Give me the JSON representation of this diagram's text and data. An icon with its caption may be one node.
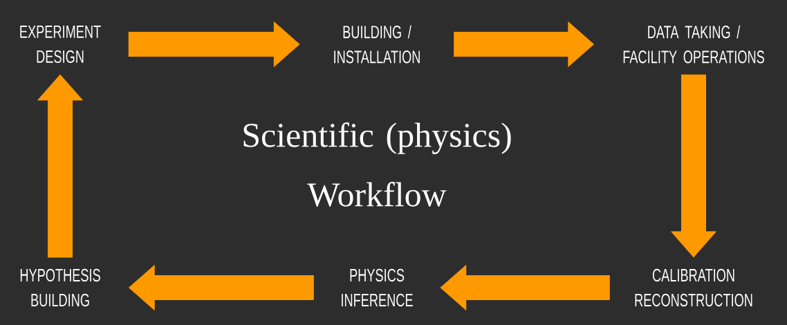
{
  "diagram": {
    "title": "Scientific (physics) Workflow",
    "nodes": [
      {
        "text": [
          "EXPERIMENT DESIGN"
        ]
      },
      {
        "text": [
          "BUILDING / INSTALLATION"
        ]
      },
      {
        "text": [
          "DATA TAKING / FACILITY OPERATIONS"
        ]
      },
      {
        "text": [
          "CALIBRATION RECONSTRUCTION"
        ]
      },
      {
        "text": [
          "PHYSICS INFERENCE"
        ]
      },
      {
        "text": [
          "HYPOTHESIS BUILDING"
        ]
      }
    ],
    "edges": [
      {
        "from": 0,
        "to": 1,
        "arrow": "to"
      },
      {
        "from": 1,
        "to": 2,
        "arrow": "to"
      },
      {
        "from": 2,
        "to": 3,
        "arrow": "to"
      },
      {
        "from": 3,
        "to": 4,
        "arrow": "to"
      },
      {
        "from": 4,
        "to": 5,
        "arrow": "to"
      },
      {
        "from": 5,
        "to": 0,
        "arrow": "to"
      }
    ]
  }
}
